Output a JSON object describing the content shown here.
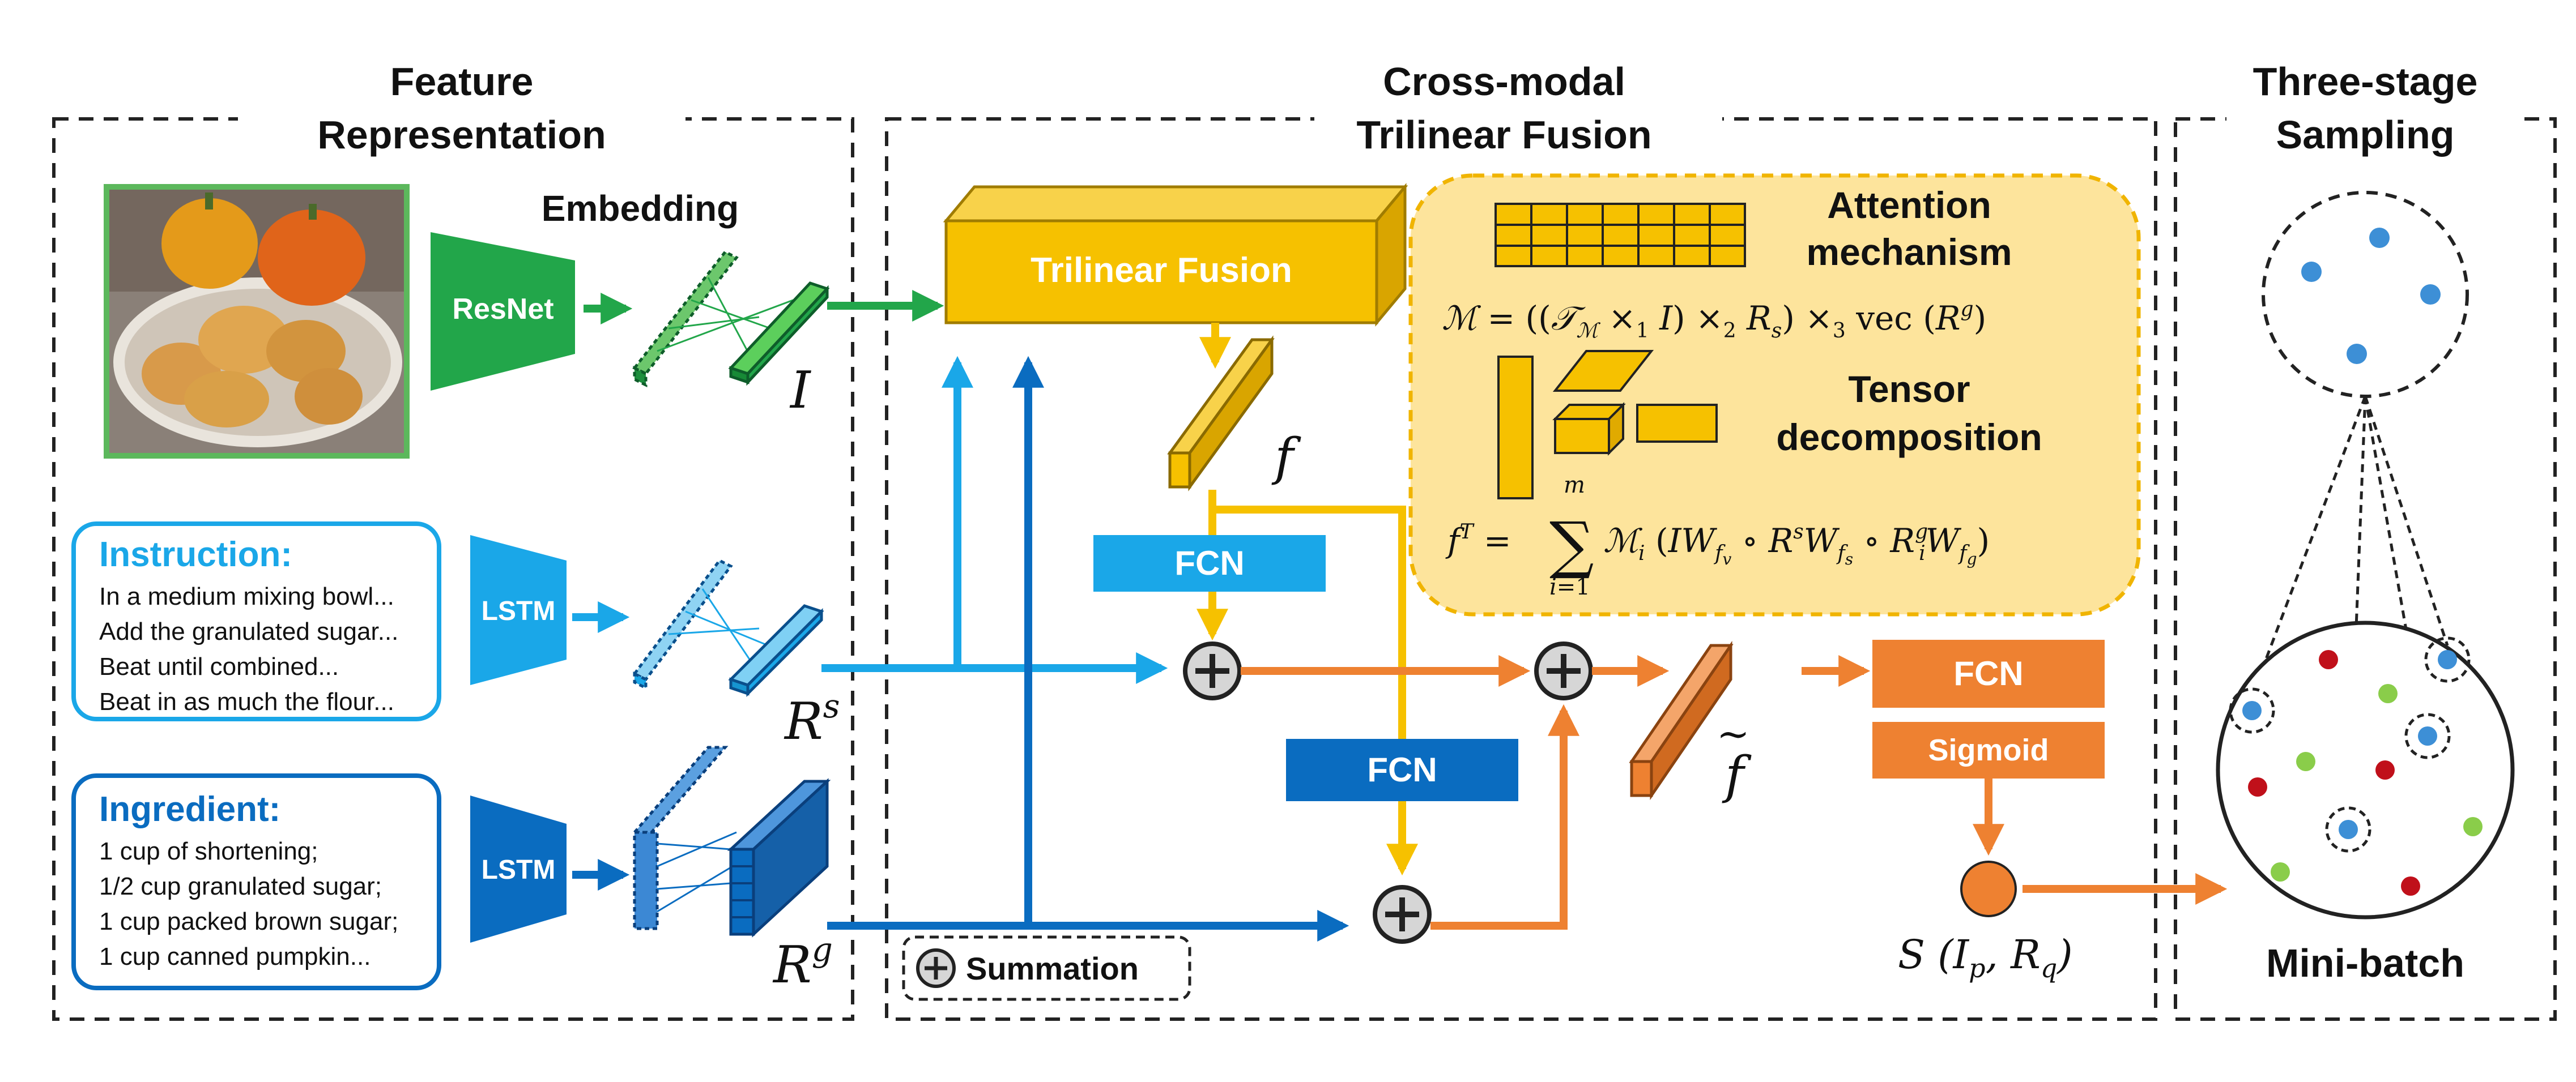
{
  "sections": {
    "feature": {
      "line1": "Feature",
      "line2": "Representation"
    },
    "fusion": {
      "line1": "Cross-modal",
      "line2": "Trilinear Fusion"
    },
    "sampling": {
      "line1": "Three-stage",
      "line2": "Sampling"
    }
  },
  "labels": {
    "embedding": "Embedding",
    "resnet": "ResNet",
    "lstm_instruction": "LSTM",
    "lstm_ingredient": "LSTM",
    "trilinear_fusion": "Trilinear Fusion",
    "fcn_light": "FCN",
    "fcn_dark": "FCN",
    "fcn_orange": "FCN",
    "sigmoid": "Sigmoid",
    "summation": "Summation",
    "minibatch": "Mini-batch",
    "attention": {
      "line1": "Attention",
      "line2": "mechanism"
    },
    "tensor": {
      "line1": "Tensor",
      "line2": "decomposition"
    }
  },
  "instruction": {
    "title": "Instruction:",
    "lines": [
      "In a medium mixing bowl...",
      "Add the granulated sugar...",
      "Beat until combined...",
      "Beat in as much the flour..."
    ]
  },
  "ingredient": {
    "title": "Ingredient:",
    "lines": [
      "1 cup of shortening;",
      "1/2 cup granulated sugar;",
      "1 cup packed brown sugar;",
      "1 cup canned pumpkin..."
    ]
  },
  "symbols": {
    "image": "I",
    "rs_base": "R",
    "rs_sup": "s",
    "rg_base": "R",
    "rg_sup": "g",
    "f": "f",
    "ftilde": "f",
    "score": "S (I",
    "score_p": "p",
    "score_mid": ", R",
    "score_q": "q",
    "score_end": ")"
  },
  "colors": {
    "green": "#22a64a",
    "light_blue": "#1aa7e8",
    "dark_blue": "#0a6cc0",
    "yellow": "#f6c100",
    "orange": "#ee8131",
    "panel": "#fde49c",
    "point_blue": "#3d8fd6",
    "point_red": "#c0101a",
    "point_green": "#8acd4a"
  }
}
